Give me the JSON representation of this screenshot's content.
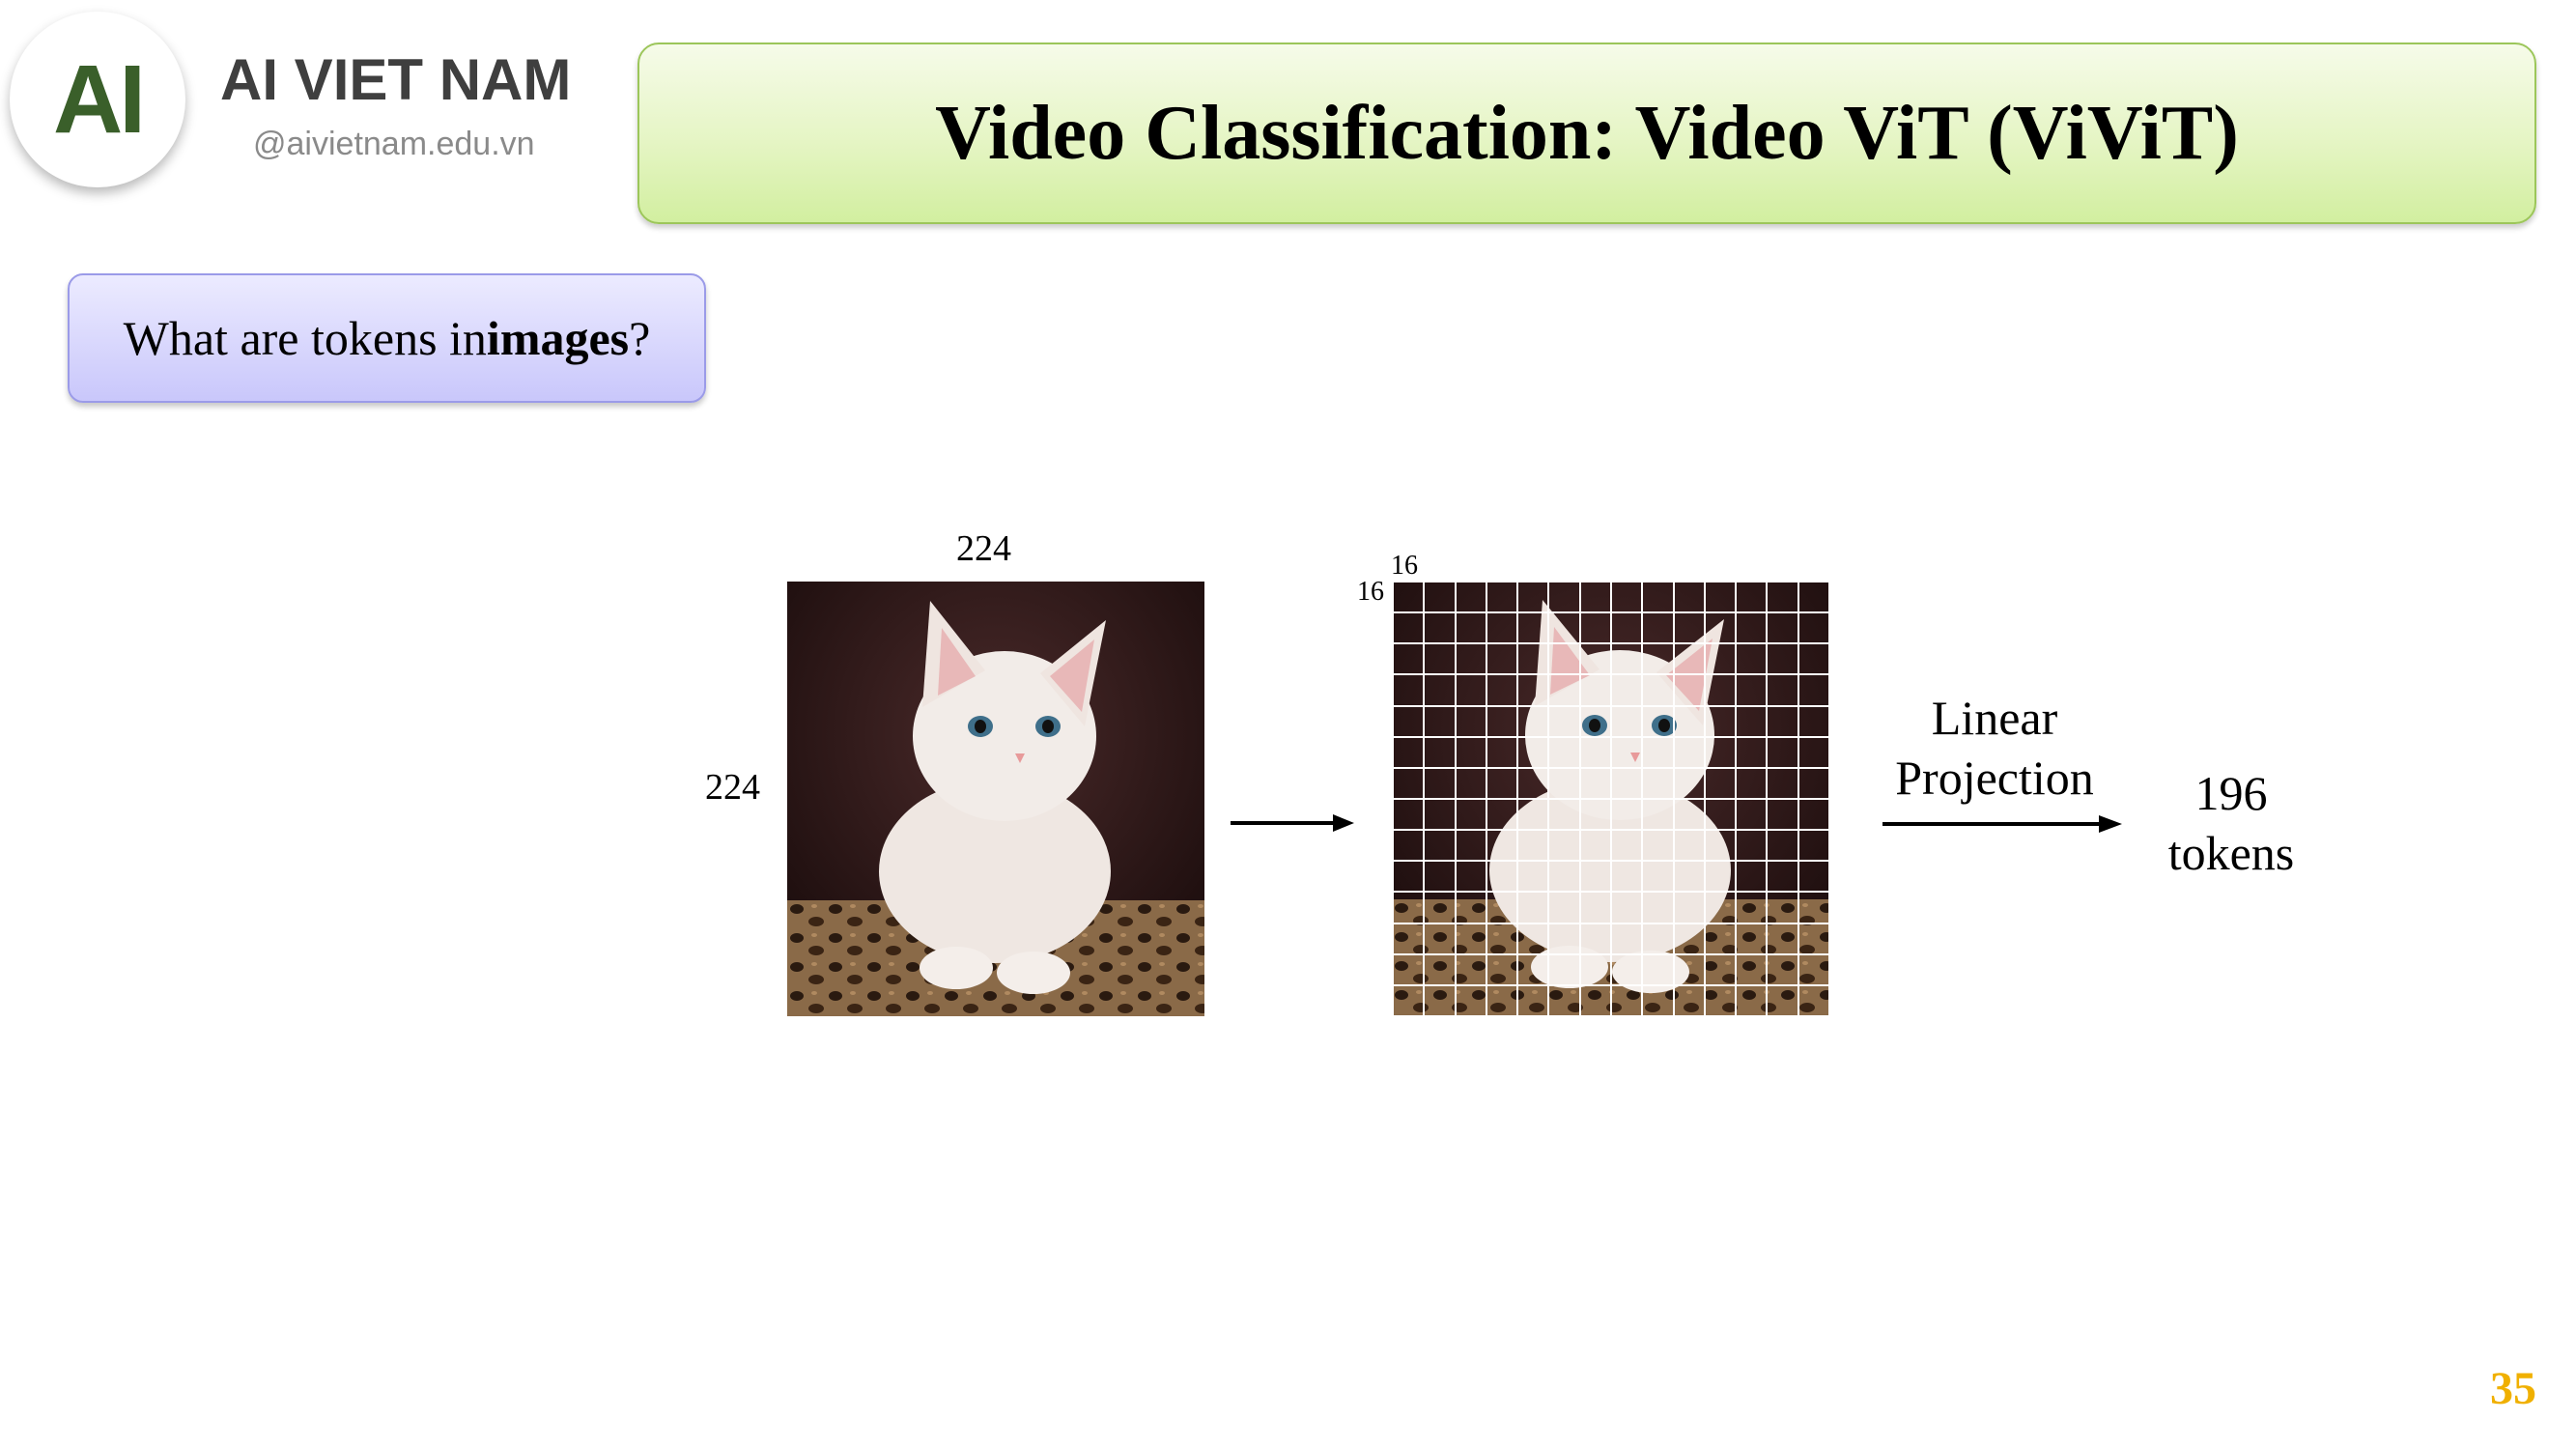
{
  "brand": {
    "logo_text": "AI",
    "name": "AI VIET NAM",
    "url": "@aivietnam.edu.vn"
  },
  "slide": {
    "title": "Video Classification: Video ViT (ViViT)",
    "question_prefix": "What are tokens in ",
    "question_bold": "images",
    "question_suffix": "?",
    "page_number": "35"
  },
  "diagram": {
    "image_width_label": "224",
    "image_height_label": "224",
    "patch_width_label": "16",
    "patch_height_label": "16",
    "projection_line1": "Linear",
    "projection_line2": "Projection",
    "tokens_count": "196",
    "tokens_word": "tokens",
    "grid_cells": 14
  },
  "colors": {
    "logo_green": "#3a5f2a",
    "title_banner": "#e5f5c4",
    "question_box": "#c9c7fb",
    "page_number": "#f0b000"
  }
}
